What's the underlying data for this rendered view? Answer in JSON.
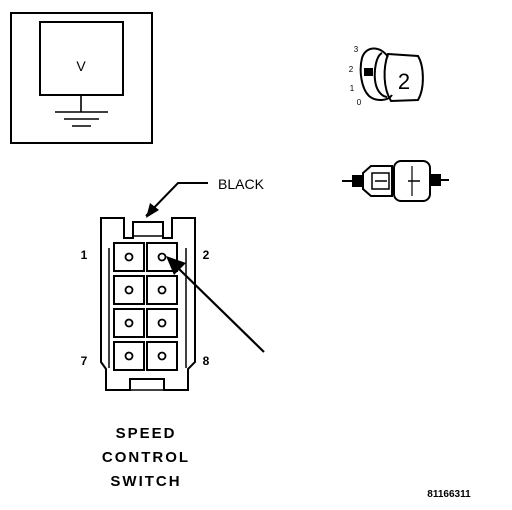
{
  "voltmeter": {
    "symbol": "V"
  },
  "key_selector": {
    "positions": [
      "3",
      "2",
      "1",
      "0"
    ],
    "selected": "2"
  },
  "connector": {
    "wire_color_label": "BLACK",
    "pin_labels": {
      "top_left": "1",
      "top_right": "2",
      "bottom_left": "7",
      "bottom_right": "8"
    },
    "title_lines": [
      "SPEED",
      "CONTROL",
      "SWITCH"
    ]
  },
  "figure_id": "81166311"
}
